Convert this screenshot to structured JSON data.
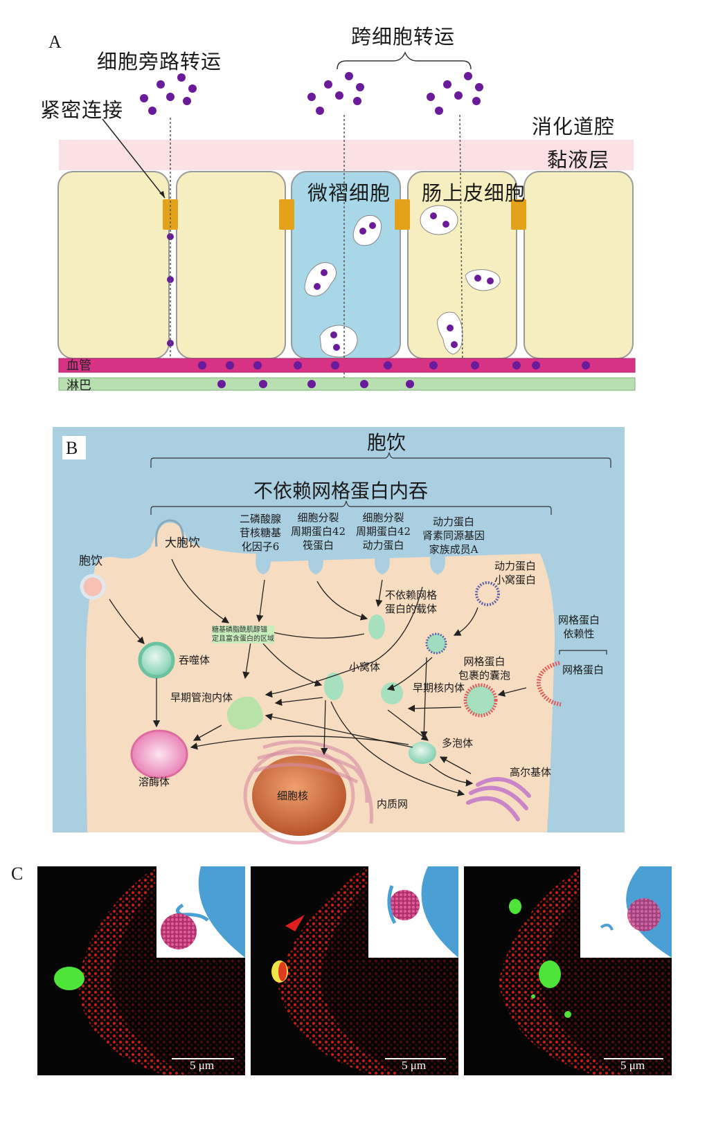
{
  "panel_a": {
    "letter": "A",
    "paracellular": "细胞旁路转运",
    "transcellular": "跨细胞转运",
    "tight_junction": "紧密连接",
    "lumen": "消化道腔",
    "mucus": "黏液层",
    "m_cell": "微褶细胞",
    "enterocyte": "肠上皮细胞",
    "blood": "血管",
    "lymph": "淋巴",
    "colors": {
      "particle": "#6a1b9a",
      "m_cell": "#a8d8e8",
      "cell": "#f7eec0",
      "junction": "#e3a21a",
      "blood": "#d63384",
      "lymph": "#b7dfb0",
      "mucus": "#fbe1e3"
    }
  },
  "panel_b": {
    "letter": "B",
    "pinocytosis_top": "胞饮",
    "clathrin_independent": "不依赖网格蛋白内吞",
    "macropinocytosis": "大胞饮",
    "pinocytosis_left": "胞饮",
    "arf6": [
      "二磷酸腺",
      "苷核糖基",
      "化因子6"
    ],
    "cdc42_raft": [
      "细胞分裂",
      "周期蛋白42",
      "筏蛋白"
    ],
    "cdc42_dynamin": [
      "细胞分裂",
      "周期蛋白42",
      "动力蛋白"
    ],
    "dynamin_rhoa": [
      "动力蛋白",
      "肾素同源基因",
      "家族成员A"
    ],
    "dynamin_caveolin": [
      "动力蛋白",
      "小窝蛋白"
    ],
    "clathrin_dependent": [
      "网格蛋白",
      "依赖性"
    ],
    "clathrin": "网格蛋白",
    "clic": [
      "不依赖网格",
      "蛋白的载体"
    ],
    "gpi": [
      "糖基磷脂酰肌醇锚",
      "定且富含蛋白的区域"
    ],
    "phagosome": "吞噬体",
    "caveosome": "小窝体",
    "ccv": [
      "网格蛋白",
      "包裹的囊泡"
    ],
    "early_tubular": "早期管泡内体",
    "early_endosome": "早期核内体",
    "mvb": "多泡体",
    "lysosome": "溶酶体",
    "golgi": "高尔基体",
    "nucleus": "细胞核",
    "er": "内质网",
    "colors": {
      "background": "#a9cfe0",
      "cytoplasm": "#f6dcc0",
      "nucleus": "#d9774a"
    }
  },
  "panel_c": {
    "letter": "C",
    "scale": [
      "5 μm",
      "5 μm",
      "5 μm"
    ]
  }
}
